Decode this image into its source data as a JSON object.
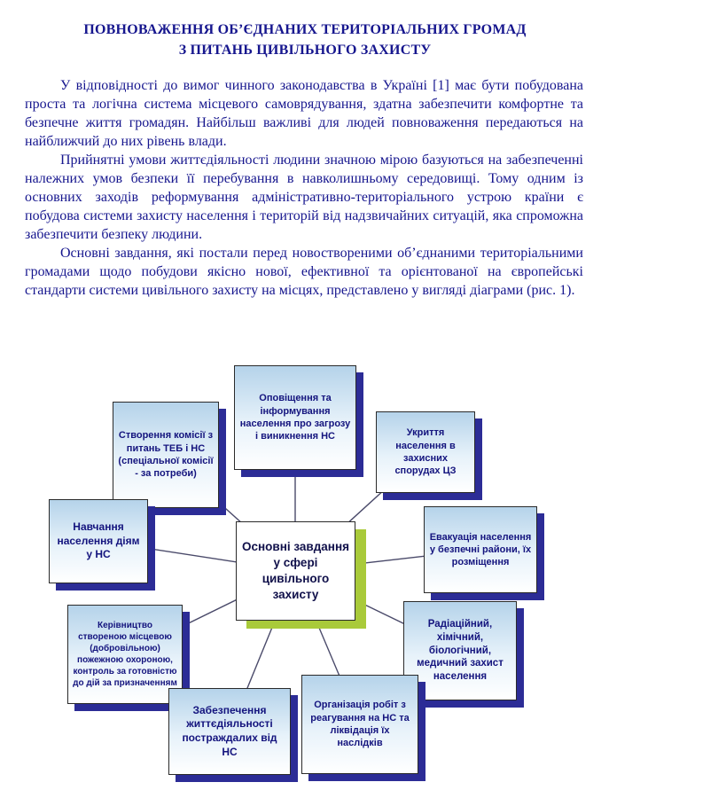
{
  "title": {
    "line1": "ПОВНОВАЖЕННЯ ОБ’ЄДНАНИХ ТЕРИТОРІАЛЬНИХ ГРОМАД",
    "line2": "З ПИТАНЬ ЦИВІЛЬНОГО ЗАХИСТУ"
  },
  "paragraphs": [
    "У відповідності до вимог чинного законодавства в Україні [1] має бути побудована проста та логічна система місцевого самоврядування, здатна забезпечити комфортне та безпечне життя громадян. Найбільш важливі для людей повноваження передаються на найближчий до них рівень влади.",
    "Прийнятні умови життєдіяльності людини значною мірою базуються на забезпеченні належних умов безпеки її перебування в навколишньому середовищі. Тому одним із основних заходів реформування адміністративно-територіального устрою країни є побудова системи захисту населення і територій від надзвичайних ситуацій, яка спроможна забезпечити безпеку людини.",
    "Основні завдання, які постали перед новоствореними об’єднаними територіальними громадами щодо побудови якісно нової, ефективної та орієнтованої на європейські стандарти системи цивільного захисту на місцях, представлено у вигляді діаграми (рис. 1)."
  ],
  "diagram": {
    "center": {
      "text": "Основні завдання у сфері цивільного захисту"
    },
    "boxes": [
      {
        "text": "Оповіщення та інформування населення про загрозу і виникнення НС"
      },
      {
        "text": "Створення комісії з питань ТЕБ і НС (спеціальної комісії - за потреби)"
      },
      {
        "text": "Укриття населення в захисних спорудах ЦЗ"
      },
      {
        "text": "Навчання населення діям у НС"
      },
      {
        "text": "Евакуація населення у безпечні райони, їх розміщення"
      },
      {
        "text": "Керівництво створеною місцевою (добровільною) пожежною охороною, контроль за готовністю до дій за призначенням"
      },
      {
        "text": "Радіаційний, хімічний, біологічний, медичний захист населення"
      },
      {
        "text": "Забезпечення життєдіяльності постраждалих від НС"
      },
      {
        "text": "Організація робіт з реагування на НС та ліквідація їх наслідків"
      }
    ]
  },
  "colors": {
    "ink": "#16168e",
    "box-ink": "#14147e",
    "shadow-navy": "#2c2c96",
    "shadow-green": "#a9ca3a",
    "box-fill-top": "#b5d3ea",
    "box-fill-bottom": "#ffffff",
    "line": "#4a4a6a"
  }
}
